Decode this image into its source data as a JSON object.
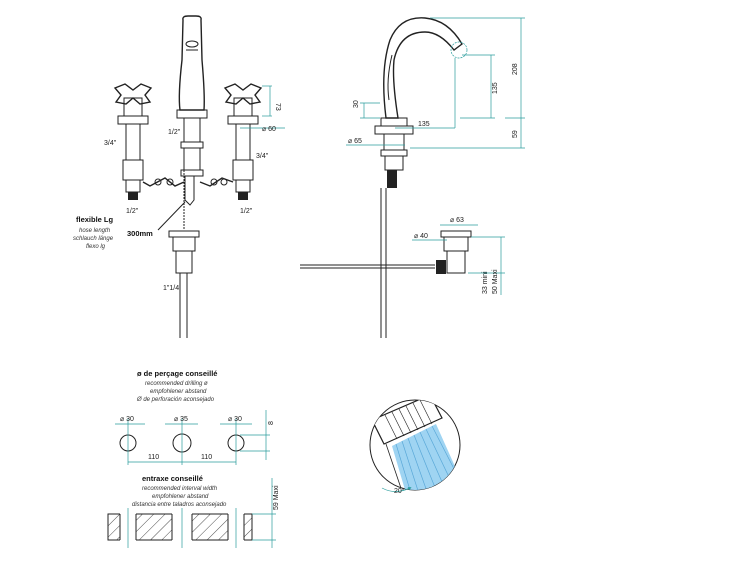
{
  "front_view": {
    "dim_73": "73",
    "dim_60": "⌀ 60",
    "thread_3_4_left": "3/4\"",
    "thread_1_2_center": "1/2\"",
    "thread_3_4_right": "3/4\"",
    "thread_1_2_left": "1/2\"",
    "thread_1_2_right": "1/2\"",
    "hose_title": "flexible Lg",
    "hose_en": "hose length",
    "hose_de": "schlauch länge",
    "hose_es": "flexo lg",
    "hose_value": "300mm",
    "waste_thread": "1\"1/4"
  },
  "side_view": {
    "dim_30": "30",
    "dim_135_h": "135",
    "dim_135_v": "135",
    "dim_208": "208",
    "dim_59": "59",
    "dim_65": "⌀ 65"
  },
  "waste": {
    "dim_63": "⌀ 63",
    "dim_40": "⌀ 40",
    "dim_min": "33 mini",
    "dim_max": "50 Maxi"
  },
  "drilling": {
    "title": "ø de perçage conseillé",
    "en": "recommended drilling ø",
    "de": "empfohlener abstand",
    "es": "Ø de perforación aconsejado",
    "hole_1": "⌀ 30",
    "hole_2": "⌀ 35",
    "hole_3": "⌀ 30",
    "dim_8": "8",
    "spacing_1": "110",
    "spacing_2": "110"
  },
  "interval": {
    "title": "entraxe conseillé",
    "en": "recommended interval width",
    "de": "empfohlener abstand",
    "es": "distancia entre taladros aconsejado",
    "dim_59": "59 Maxi"
  },
  "spray": {
    "angle": "20°"
  }
}
